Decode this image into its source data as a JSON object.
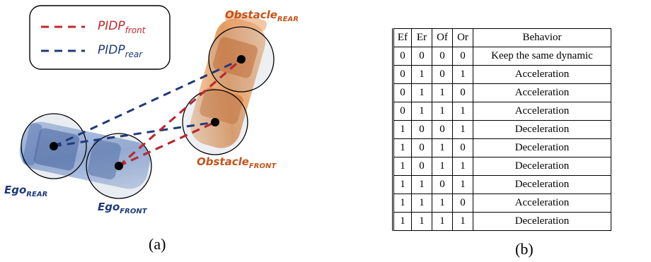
{
  "diagram": {
    "legend": {
      "front": {
        "main": "PIDP",
        "sub": "front",
        "color": "#c0282d"
      },
      "rear": {
        "main": "PIDP",
        "sub": "rear",
        "color": "#1f3a78"
      }
    },
    "labels": {
      "obstacle_rear": {
        "main": "Obstacle",
        "sub": "REAR",
        "color": "#c4541a"
      },
      "obstacle_front": {
        "main": "Obstacle",
        "sub": "FRONT",
        "color": "#c4541a"
      },
      "ego_rear": {
        "main": "Ego",
        "sub": "REAR",
        "color": "#1f3a78"
      },
      "ego_front": {
        "main": "Ego",
        "sub": "FRONT",
        "color": "#1f3a78"
      }
    },
    "caption": "(a)"
  },
  "table": {
    "headers": [
      "Ef",
      "Er",
      "Of",
      "Or",
      "Behavior"
    ],
    "rows": [
      [
        "0",
        "0",
        "0",
        "0",
        "Keep the same dynamic"
      ],
      [
        "0",
        "1",
        "0",
        "1",
        "Acceleration"
      ],
      [
        "0",
        "1",
        "1",
        "0",
        "Acceleration"
      ],
      [
        "0",
        "1",
        "1",
        "1",
        "Acceleration"
      ],
      [
        "1",
        "0",
        "0",
        "1",
        "Deceleration"
      ],
      [
        "1",
        "0",
        "1",
        "0",
        "Deceleration"
      ],
      [
        "1",
        "0",
        "1",
        "1",
        "Deceleration"
      ],
      [
        "1",
        "1",
        "0",
        "1",
        "Deceleration"
      ],
      [
        "1",
        "1",
        "1",
        "0",
        "Acceleration"
      ],
      [
        "1",
        "1",
        "1",
        "1",
        "Deceleration"
      ]
    ],
    "caption": "(b)"
  }
}
